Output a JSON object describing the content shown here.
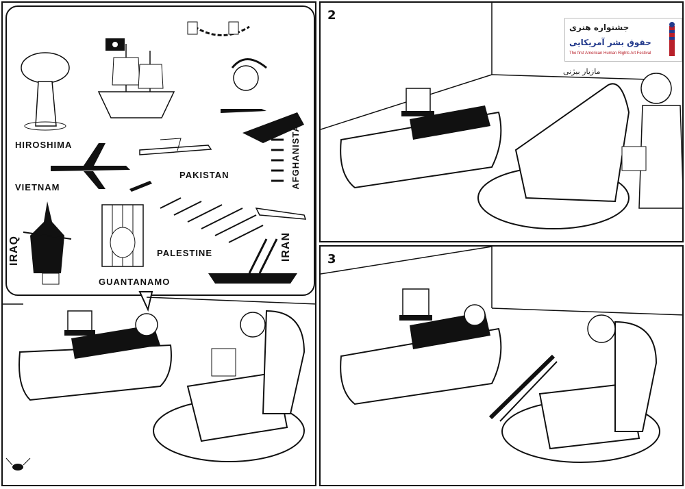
{
  "panel2": {
    "number": "2"
  },
  "panel3": {
    "number": "3"
  },
  "festival": {
    "title": "جشنواره هنری",
    "subtitle": "حقوق بشر آمریکایی",
    "english": "The first American Human Rights Art Festival",
    "author": "مازیار بیژنی"
  },
  "thought_labels": {
    "hiroshima": "HIROSHIMA",
    "vietnam": "VIETNAM",
    "pakistan": "PAKISTAN",
    "afghanistan": "AFGHANISTAN",
    "iraq": "IRAQ",
    "guantanamo": "GUANTANAMO",
    "palestine": "PALESTINE",
    "iran": "IRAN"
  }
}
